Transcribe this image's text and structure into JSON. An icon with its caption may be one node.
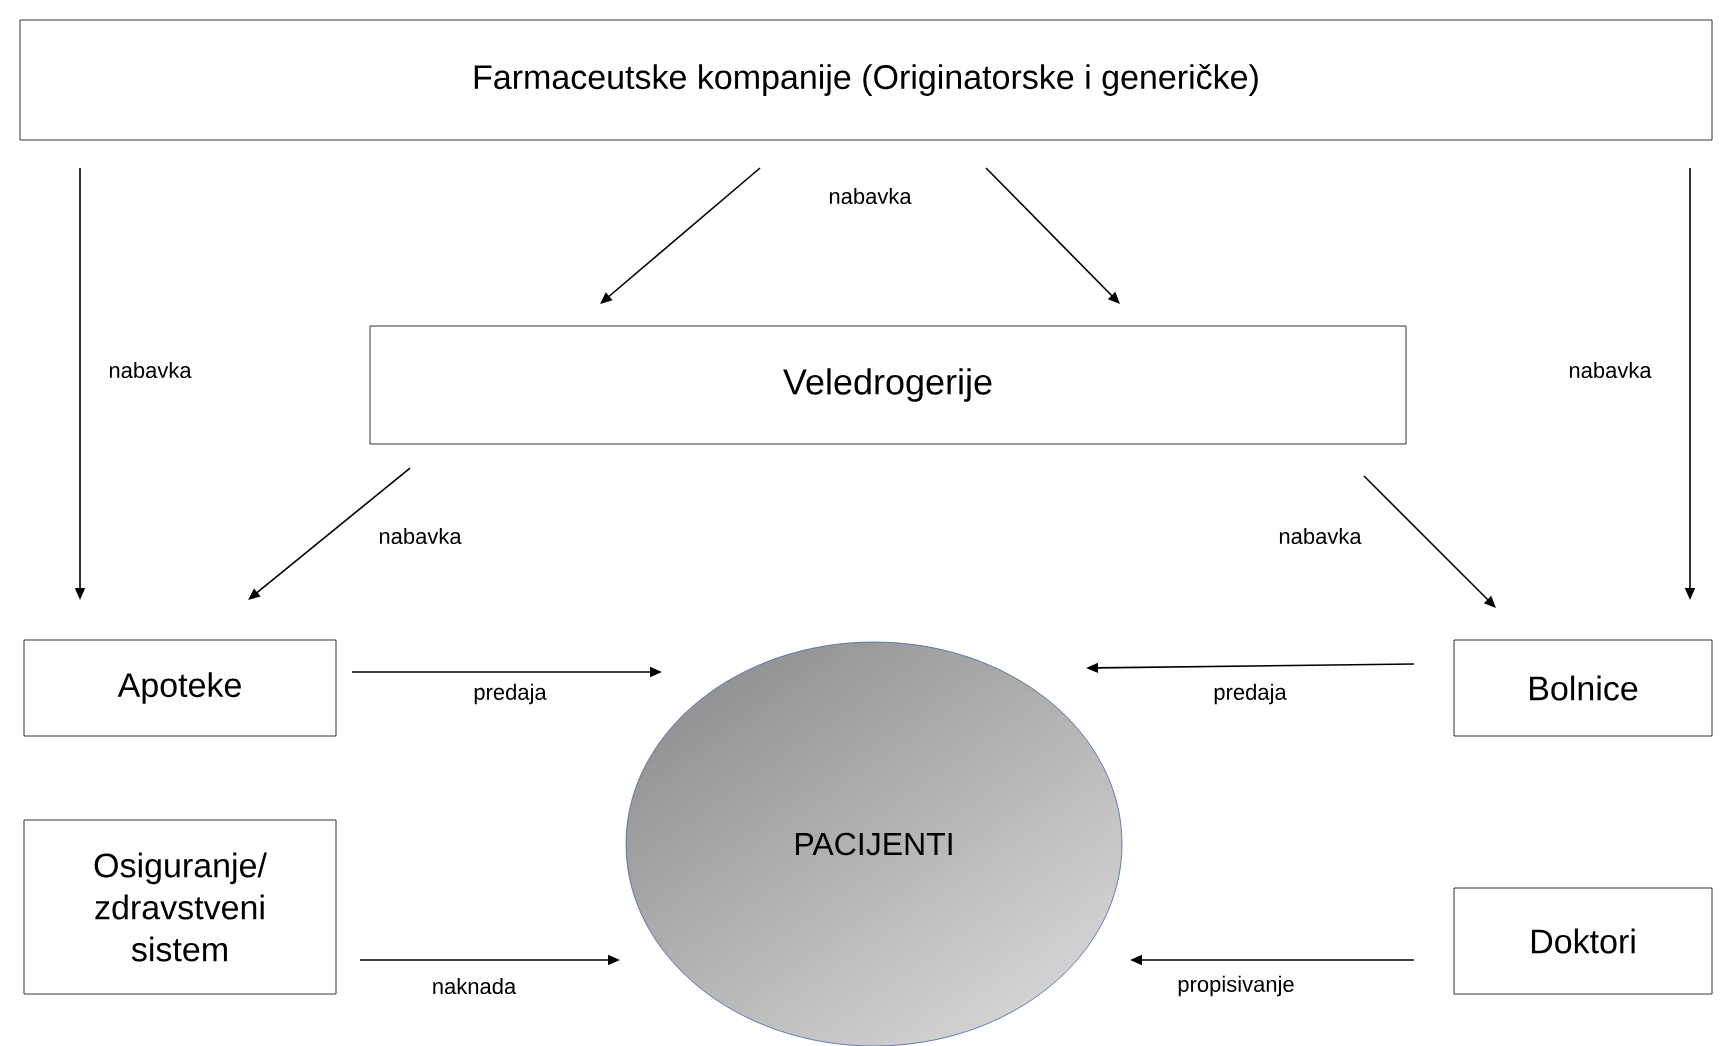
{
  "diagram": {
    "nodes": [
      {
        "text": [
          "Farmaceutske kompanije (Originatorske i generičke)"
        ]
      },
      {
        "text": [
          "Veledrogerije"
        ]
      },
      {
        "text": [
          "Apoteke"
        ]
      },
      {
        "text": [
          "Bolnice"
        ]
      },
      {
        "text": [
          "Osiguranje/ zdravstveni sistem"
        ]
      },
      {
        "text": [
          "PACIJENTI"
        ]
      },
      {
        "text": [
          "Doktori"
        ]
      }
    ],
    "edges": [
      {
        "from": 0,
        "to": 2,
        "arrow": "to",
        "label": "nabavka"
      },
      {
        "from": 0,
        "to": 1,
        "arrow": "to"
      },
      {
        "from": 0,
        "to": 1,
        "arrow": "to"
      },
      {
        "from": 0,
        "to": 3,
        "arrow": "to",
        "label": "nabavka"
      },
      {
        "from": 1,
        "to": 2,
        "arrow": "to",
        "label": "nabavka"
      },
      {
        "from": 1,
        "to": 3,
        "arrow": "to",
        "label": "nabavka"
      },
      {
        "from": 2,
        "to": 5,
        "arrow": "to",
        "label": "predaja"
      },
      {
        "from": 3,
        "to": 5,
        "arrow": "to",
        "label": "predaja"
      },
      {
        "from": 4,
        "to": 5,
        "arrow": "to",
        "label": "naknada"
      },
      {
        "from": 6,
        "to": 5,
        "arrow": "to",
        "label": "propisivanje"
      }
    ],
    "labels": [
      "nabavka"
    ]
  }
}
